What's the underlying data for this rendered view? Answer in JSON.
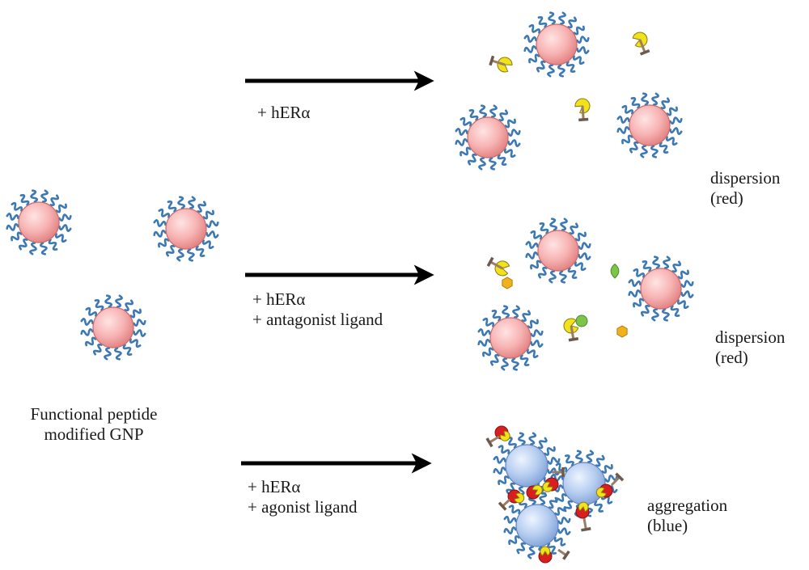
{
  "source": {
    "caption_line1": "Functional peptide",
    "caption_line2": "modified GNP"
  },
  "rows": [
    {
      "id": "her-only",
      "condition_line1": "+ hERα",
      "condition_line2": "",
      "result": "dispersion",
      "color_note": "(red)"
    },
    {
      "id": "her-antagonist",
      "condition_line1": "+ hERα",
      "condition_line2": "+  antagonist ligand",
      "result": "dispersion",
      "color_note": "(red)"
    },
    {
      "id": "her-agonist",
      "condition_line1": "+ hERα",
      "condition_line2": "+  agonist ligand",
      "result": "aggregation",
      "color_note": "(blue)"
    }
  ],
  "colors": {
    "dispersed_particle": "#f4a6a6",
    "aggregated_particle": "#a9c4ec",
    "peptide_chain": "#3c78b4",
    "receptor": "#f2e21a",
    "antagonist": "#f0b21c",
    "green_ligand": "#7cc44a",
    "agonist": "#d81e1e",
    "arrow": "#000000"
  },
  "icons": [
    "gnp-particle-icon",
    "peptide-chain-icon",
    "receptor-icon",
    "ligand-icon",
    "arrow-icon"
  ]
}
